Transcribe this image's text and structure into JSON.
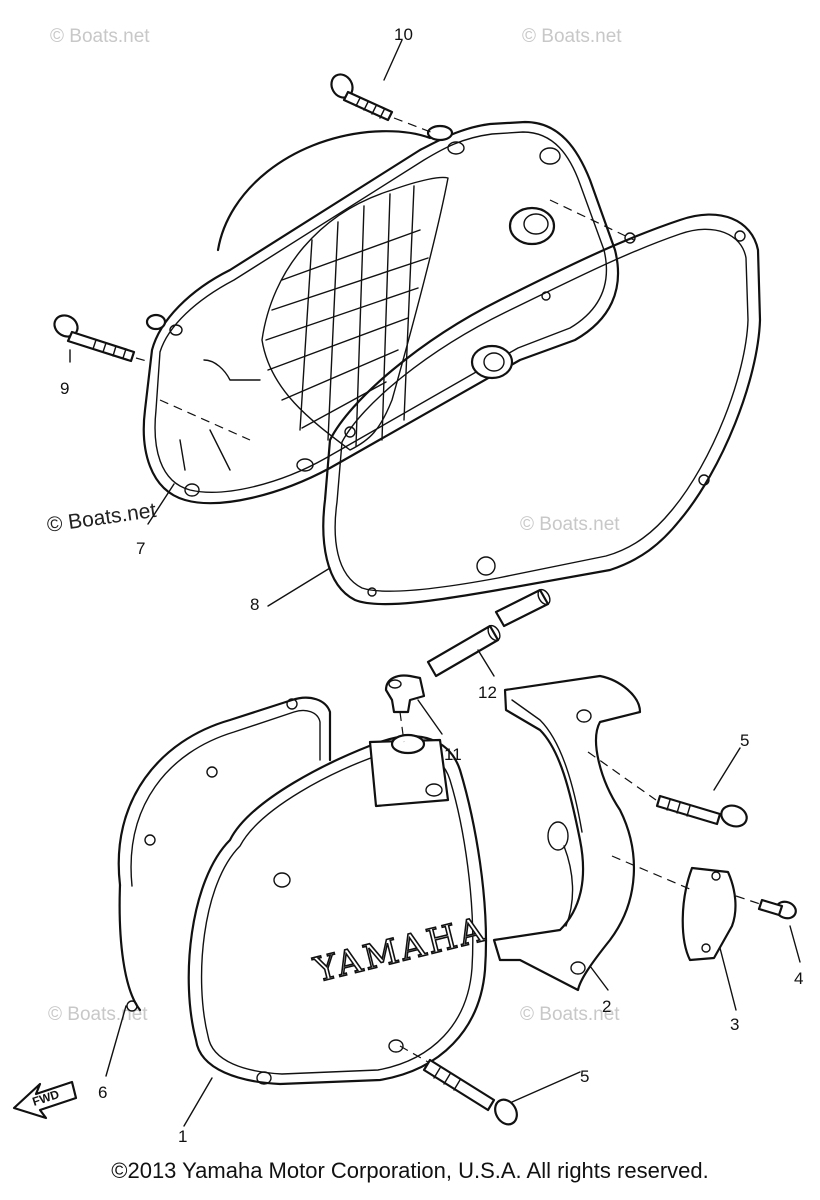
{
  "watermarks": [
    "© Boats.net",
    "© Boats.net",
    "© Boats.net",
    "© Boats.net",
    "© Boats.net",
    "© Boats.net"
  ],
  "callouts": {
    "c1": "1",
    "c2": "2",
    "c3": "3",
    "c4": "4",
    "c5a": "5",
    "c5b": "5",
    "c6": "6",
    "c7": "7",
    "c8": "8",
    "c9": "9",
    "c10": "10",
    "c11": "11",
    "c12": "12"
  },
  "cover_brand": "YAMAHA",
  "fwd_label": "FWD",
  "copyright": "©2013 Yamaha Motor Corporation, U.S.A. All rights reserved."
}
